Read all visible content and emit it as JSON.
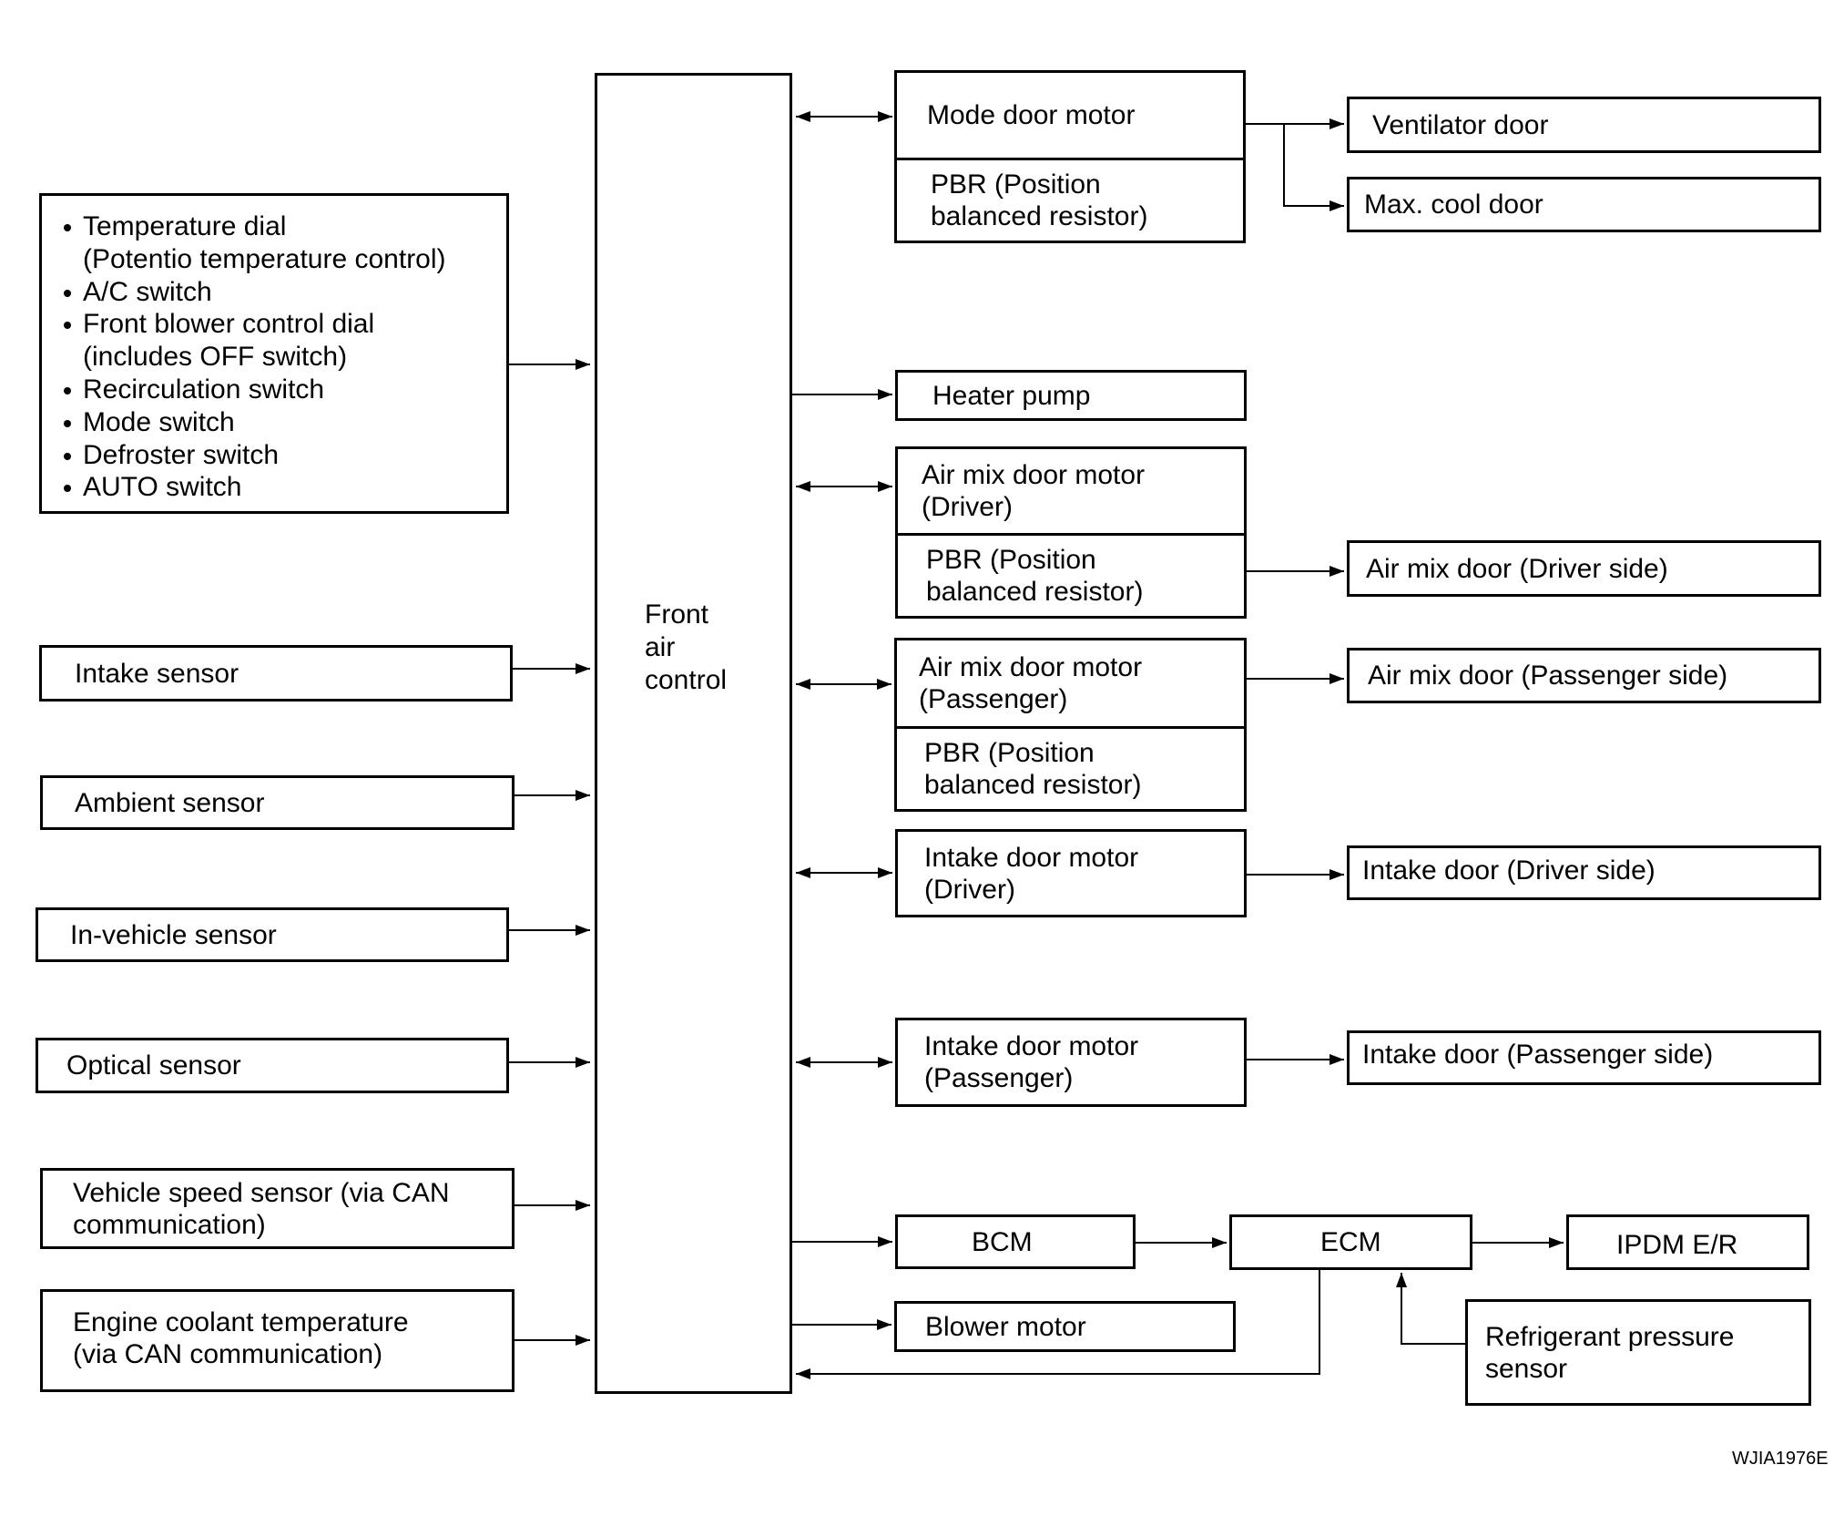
{
  "central_unit": {
    "lines": [
      "Front",
      "air",
      "control"
    ]
  },
  "inputs": {
    "switch_panel": {
      "items": [
        {
          "label": "Temperature dial",
          "detail": "(Potentio temperature control)"
        },
        {
          "label": "A/C switch"
        },
        {
          "label": "Front blower control dial",
          "detail": "(includes OFF switch)"
        },
        {
          "label": "Recirculation switch"
        },
        {
          "label": "Mode switch"
        },
        {
          "label": "Defroster switch"
        },
        {
          "label": "AUTO switch"
        }
      ]
    },
    "intake_sensor": "Intake sensor",
    "ambient_sensor": "Ambient sensor",
    "in_vehicle_sensor": "In-vehicle sensor",
    "optical_sensor": "Optical sensor",
    "vehicle_speed_sensor": [
      "Vehicle speed sensor (via CAN",
      "communication)"
    ],
    "engine_coolant_temperature": [
      "Engine coolant temperature",
      "(via CAN communication)"
    ]
  },
  "outputs": {
    "mode_door_motor": {
      "motor": [
        "Mode door motor"
      ],
      "pbr": [
        "PBR (Position",
        "balanced resistor)"
      ]
    },
    "ventilator_door": "Ventilator door",
    "max_cool_door": "Max. cool door",
    "heater_pump": "Heater pump",
    "air_mix_door_motor_driver": {
      "motor": [
        "Air mix door motor",
        "(Driver)"
      ],
      "pbr": [
        "PBR (Position",
        "balanced resistor)"
      ]
    },
    "air_mix_door_driver_side": "Air mix door (Driver side)",
    "air_mix_door_motor_passenger": {
      "motor": [
        "Air mix door motor",
        "(Passenger)"
      ],
      "pbr": [
        "PBR (Position",
        "balanced resistor)"
      ]
    },
    "air_mix_door_passenger_side": "Air mix door (Passenger side)",
    "intake_door_motor_driver": [
      "Intake door motor",
      "(Driver)"
    ],
    "intake_door_driver_side": "Intake door (Driver side)",
    "intake_door_motor_passenger": [
      "Intake door motor",
      "(Passenger)"
    ],
    "intake_door_passenger_side": "Intake door (Passenger side)",
    "bcm": "BCM",
    "blower_motor": "Blower motor"
  },
  "peripherals": {
    "ecm": "ECM",
    "ipdm": "IPDM E/R",
    "refrigerant_pressure_sensor": [
      "Refrigerant pressure",
      "sensor"
    ]
  },
  "figure_code": "WJIA1976E",
  "colors": {
    "ink": "#000000",
    "paper": "#ffffff"
  }
}
